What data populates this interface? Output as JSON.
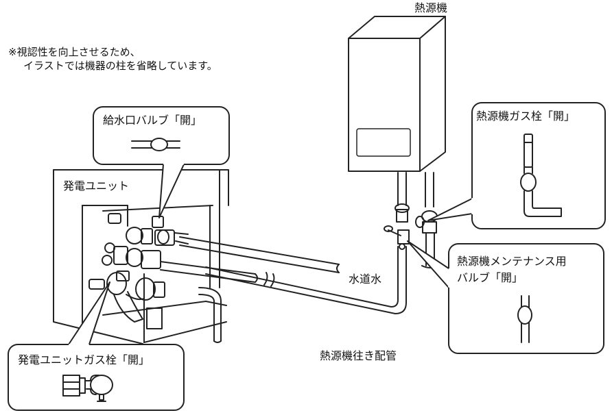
{
  "note": {
    "line1": "※視認性を向上させるため、",
    "line2": "イラストでは機器の柱を省略しています。"
  },
  "labels": {
    "heat_source": "熱源機",
    "power_unit": "発電ユニット",
    "tap_water": "水道水",
    "outgoing_pipe": "熱源機往き配管"
  },
  "callouts": {
    "supply_valve": "給水口バルブ「開」",
    "heat_gas_cock": "熱源機ガス栓「開」",
    "maintenance_valve_line1": "熱源機メンテナンス用",
    "maintenance_valve_line2": "バルブ「開」",
    "unit_gas_cock": "発電ユニットガス栓「開」"
  }
}
